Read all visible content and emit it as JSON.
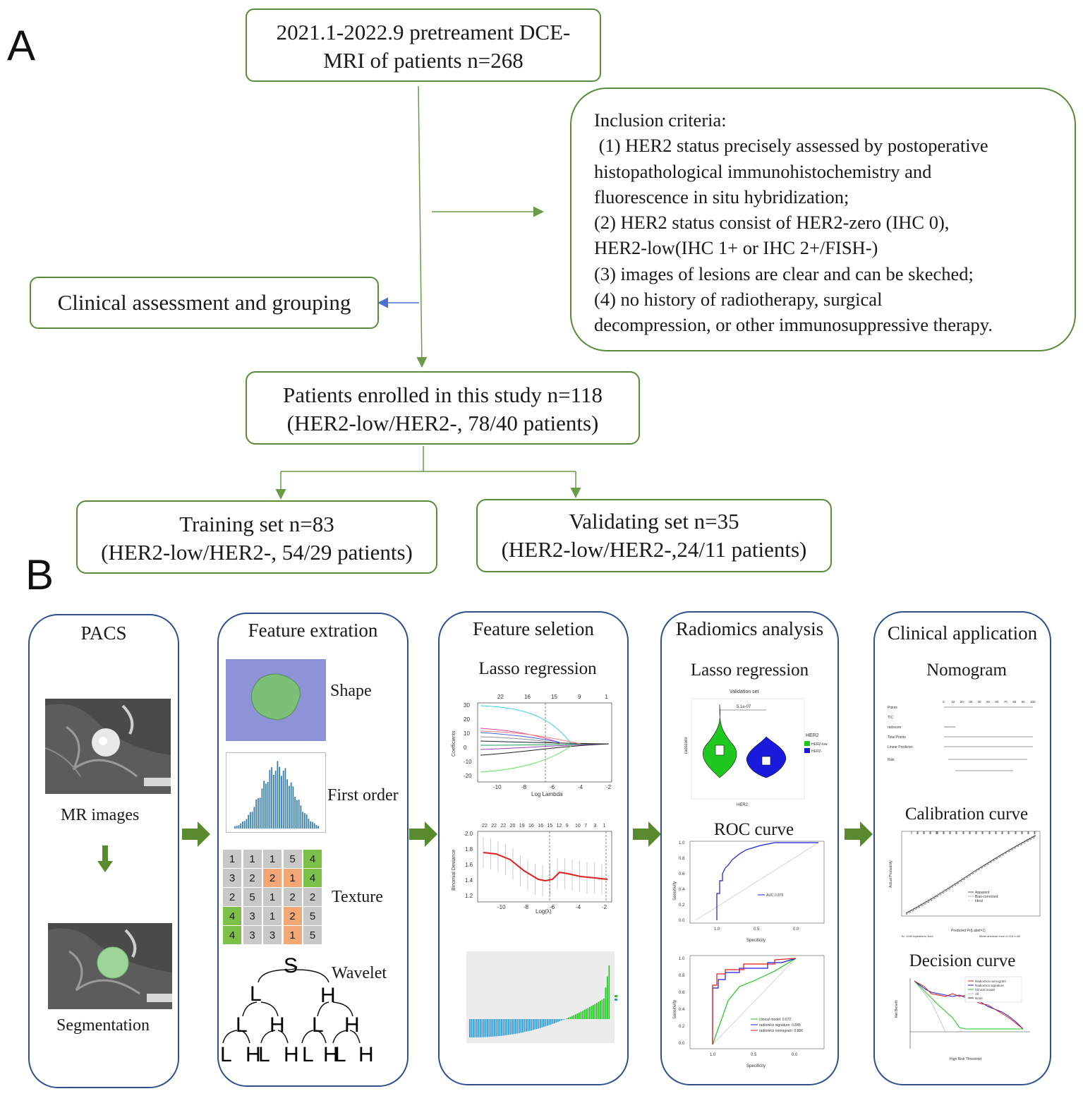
{
  "panel_a": {
    "letter": "A",
    "top_box": {
      "line1": "2021.1-2022.9 pretreament DCE-",
      "line2": "MRI of patients n=268"
    },
    "inclusion": {
      "title": "Inclusion criteria:",
      "lines": [
        " (1) HER2 status precisely assessed by postoperative",
        "histopathological immunohistochemistry and",
        "fluorescence in situ hybridization;",
        "(2) HER2 status consist of HER2-zero (IHC 0),",
        "HER2-low(IHC 1+ or IHC 2+/FISH-)",
        "(3) images of lesions are clear and can be skeched;",
        "(4) no history of radiotherapy, surgical",
        "decompression, or other immunosuppressive therapy."
      ]
    },
    "clinical_box": "Clinical assessment and grouping",
    "enrolled": {
      "line1": "Patients enrolled in this study n=118",
      "line2": "(HER2-low/HER2-, 78/40 patients)"
    },
    "training": {
      "line1": "Training set n=83",
      "line2": "(HER2-low/HER2-, 54/29 patients)"
    },
    "validating": {
      "line1": "Validating set n=35",
      "line2": "(HER2-low/HER2-,24/11 patients)"
    },
    "colors": {
      "box_border": "#5a8a3a",
      "arrow_green": "#6a9a48",
      "arrow_blue": "#4a6fd0"
    }
  },
  "panel_b": {
    "letter": "B",
    "colors": {
      "panel_border": "#2f4f8f",
      "flow_arrow": "#5a8a2e"
    },
    "pacs": {
      "title": "PACS",
      "mr_label": "MR images",
      "seg_label": "Segmentation"
    },
    "feature_extraction": {
      "title": "Feature extration",
      "shape": "Shape",
      "first_order": "First order",
      "texture": "Texture",
      "wavelet": "Wavelet",
      "texture_grid": [
        [
          "1",
          "1",
          "1",
          "5",
          "4"
        ],
        [
          "3",
          "2",
          "2",
          "1",
          "4"
        ],
        [
          "2",
          "5",
          "1",
          "2",
          "2"
        ],
        [
          "4",
          "3",
          "1",
          "2",
          "5"
        ],
        [
          "4",
          "3",
          "3",
          "1",
          "5"
        ]
      ],
      "wavelet_tree": {
        "root": "S",
        "l1": [
          "L",
          "H"
        ],
        "l2": [
          "L",
          "H",
          "L",
          "H"
        ],
        "l3": [
          "L",
          "H",
          "L",
          "H",
          "L",
          "H",
          "L",
          "H"
        ]
      }
    },
    "feature_selection": {
      "title": "Feature seletion",
      "subtitle": "Lasso regression",
      "coef_top_ticks": [
        "22",
        "16",
        "15",
        "9",
        "1"
      ],
      "coef_x_ticks": [
        "-10",
        "-8",
        "-6",
        "-4",
        "-2"
      ],
      "coef_y_ticks": [
        "30",
        "20",
        "10",
        "0",
        "-10",
        "-20"
      ],
      "coef_xlabel": "Log Lambda",
      "coef_ylabel": "Coefficients",
      "cv_top_ticks": [
        "22",
        "22",
        "22",
        "20",
        "19",
        "16",
        "16",
        "15",
        "12",
        "9",
        "10",
        "7",
        "3",
        "1"
      ],
      "cv_x_ticks": [
        "-10",
        "-8",
        "-6",
        "-4",
        "-2"
      ],
      "cv_y_ticks": [
        "2.0",
        "1.8",
        "1.6",
        "1.4",
        "1.2"
      ],
      "cv_xlabel": "Log(λ)",
      "cv_ylabel": "Binomial Deviance"
    },
    "radiomics_analysis": {
      "title": "Radiomics analysis",
      "subtitle": "Lasso regression",
      "violin_title": "Validation set",
      "violin_p": "5.1e-07",
      "violin_legend_title": "HER2",
      "violin_legend": [
        "HER2-low",
        "HER2-"
      ],
      "violin_xlabel": "HER2",
      "violin_ylabel": "radscore",
      "roc_title": "ROC curve",
      "roc_auc": "AUC 0.875",
      "roc_xlabel": "Specificity",
      "roc_ylabel": "Sensitivity",
      "roc_x_ticks": [
        "1.0",
        "0.5",
        "0.0"
      ],
      "roc_y_ticks": [
        "1.0",
        "0.8",
        "0.6",
        "0.4",
        "0.2",
        "0.0"
      ],
      "roc2_legend": [
        "clinical model: 0.672",
        "radiomics signature: 0.845",
        "radiomics nomogram: 0.886"
      ],
      "colors": {
        "green": "#1ec81e",
        "blue": "#1a1adc",
        "red": "#e01818"
      }
    },
    "clinical_application": {
      "title": "Clinical application",
      "nomogram_title": "Nomogram",
      "nomogram_rows": [
        "Points",
        "TIC",
        "radscore",
        "Total Points",
        "Linear Predictor",
        "Risk"
      ],
      "nomogram_points_ticks": [
        "0",
        "10",
        "20",
        "30",
        "40",
        "50",
        "60",
        "70",
        "80",
        "90",
        "100"
      ],
      "calibration_title": "Calibration curve",
      "calibration_legend": [
        "Apparent",
        "Bias-corrected",
        "Ideal"
      ],
      "calibration_xlabel": "Predicted Pr{Label=1}",
      "calibration_ylabel": "Actual Probability",
      "calibration_note_left": "B= 1000 repetitions, boot",
      "calibration_note_right": "Mean absolute error=0.016 n=82",
      "decision_title": "Decision curve",
      "decision_legend": [
        "Radiomics nomogram",
        "Radiomics signature",
        "Clinical model",
        "All",
        "None"
      ],
      "decision_xlabel": "High Risk Threshold",
      "decision_ylabel": "Net Benefit"
    }
  }
}
